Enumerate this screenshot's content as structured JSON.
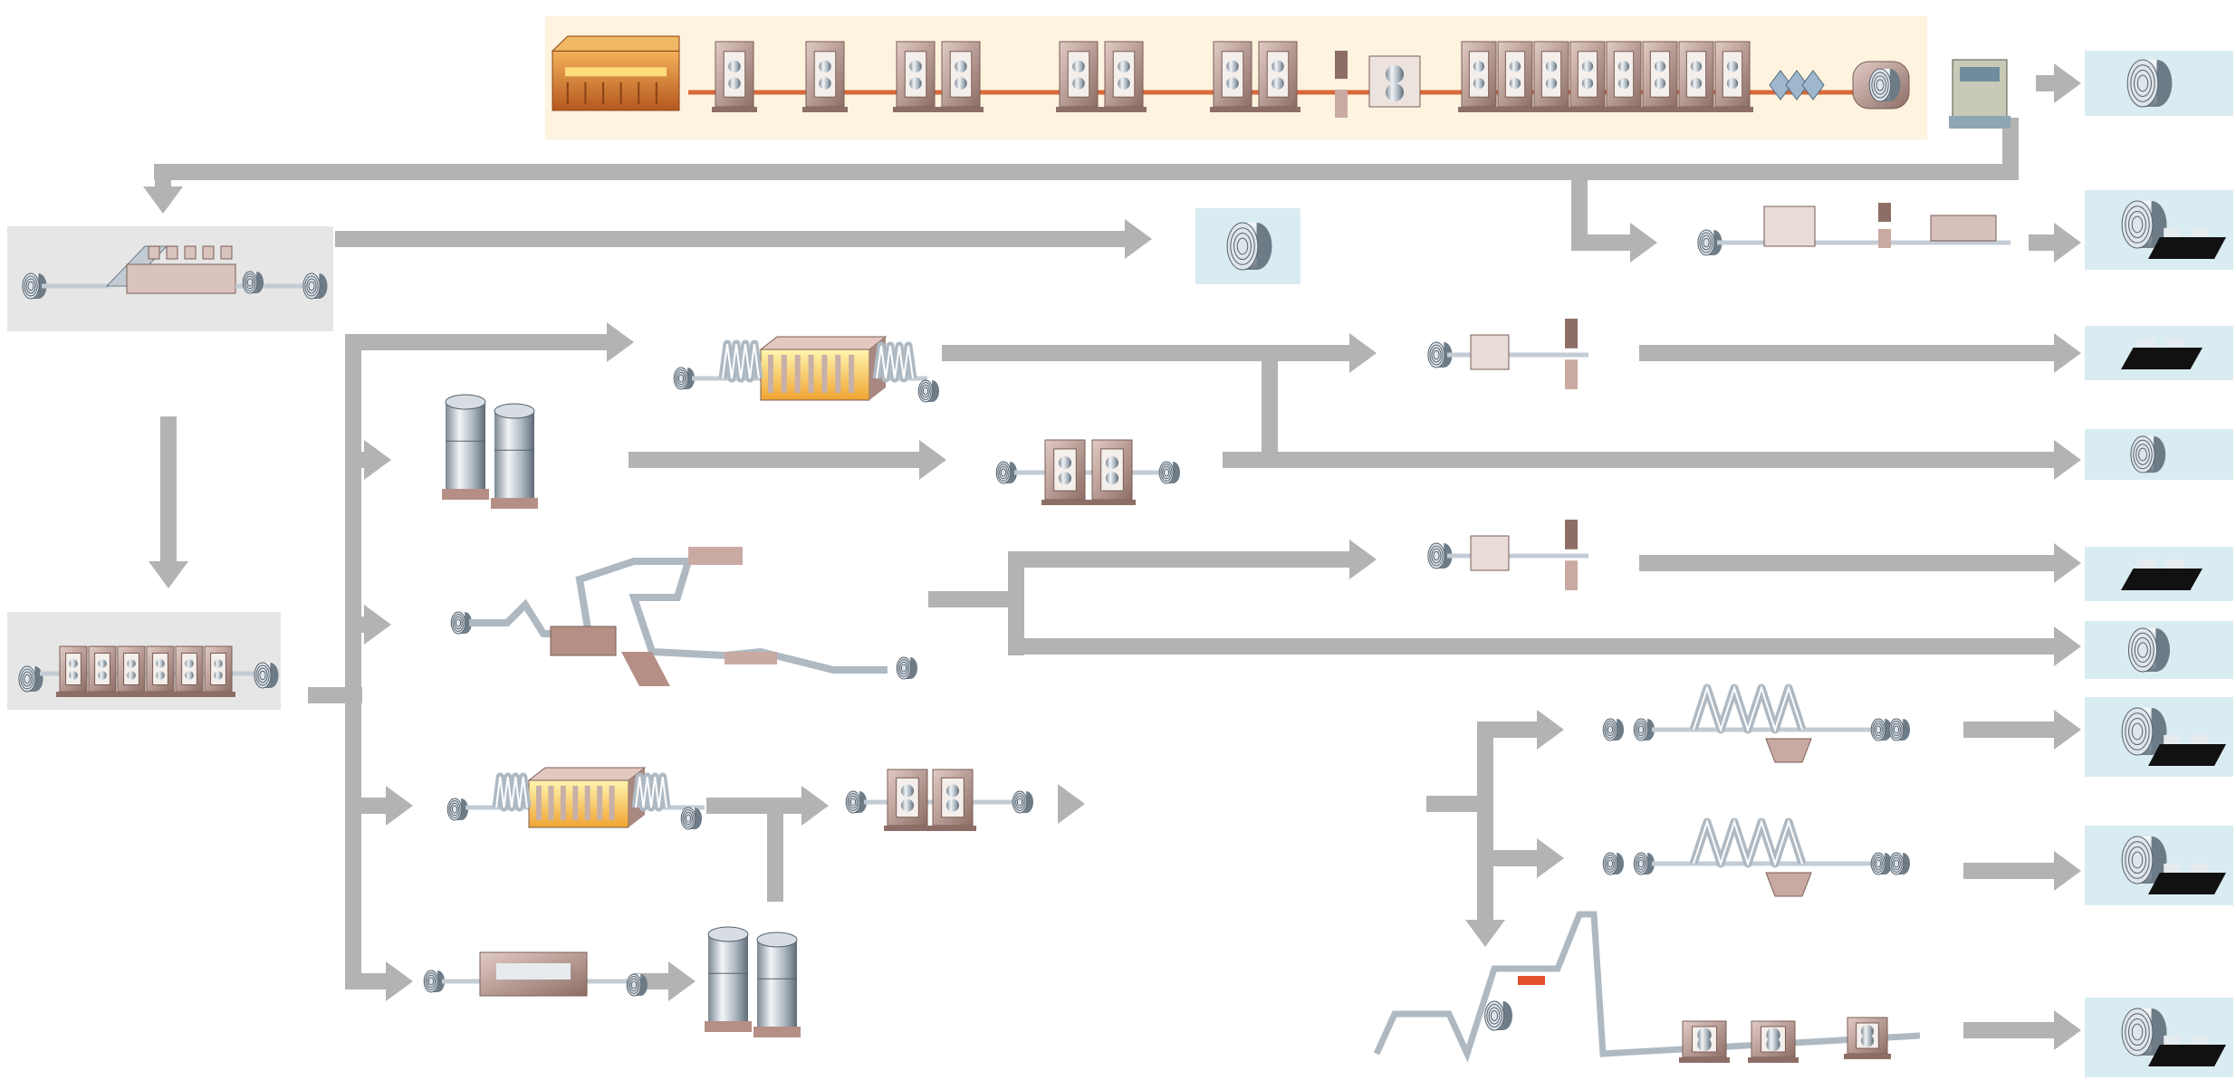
{
  "title": "",
  "colors": {
    "arrow": "#b3b3b3",
    "hot_band": "#fdf3df",
    "panel_gray": "#e6e6e6",
    "product_panel": "#d9ecf1",
    "steel_light": "#e3e8ee",
    "steel_dark": "#6d7b87",
    "housing": "#c9aaa3",
    "housing_dark": "#8d6e66",
    "furnace_orange": "#e0913c",
    "furnace_glow": "#f8d35a",
    "strip_hot": "#d9683a",
    "black_product": "#111111"
  },
  "equipment": [
    {
      "name": "reheating-furnace"
    },
    {
      "name": "roughing-mill-stand"
    },
    {
      "name": "finishing-mill-train"
    },
    {
      "name": "hot-coiler"
    },
    {
      "name": "pickling-line"
    },
    {
      "name": "tandem-cold-mill"
    },
    {
      "name": "batch-annealing-furnace"
    },
    {
      "name": "continuous-annealing-line"
    },
    {
      "name": "temper-mill"
    },
    {
      "name": "shear-line"
    },
    {
      "name": "hot-dip-galvanizing-line"
    },
    {
      "name": "electro-plating-line"
    },
    {
      "name": "color-coating-line"
    }
  ],
  "products": [
    {
      "name": "hot-rolled-coil"
    },
    {
      "name": "hot-rolled-sheet-and-coil"
    },
    {
      "name": "pickled-coil"
    },
    {
      "name": "cold-rolled-sheet"
    },
    {
      "name": "cold-rolled-coil"
    },
    {
      "name": "coated-sheet-and-coil"
    }
  ]
}
